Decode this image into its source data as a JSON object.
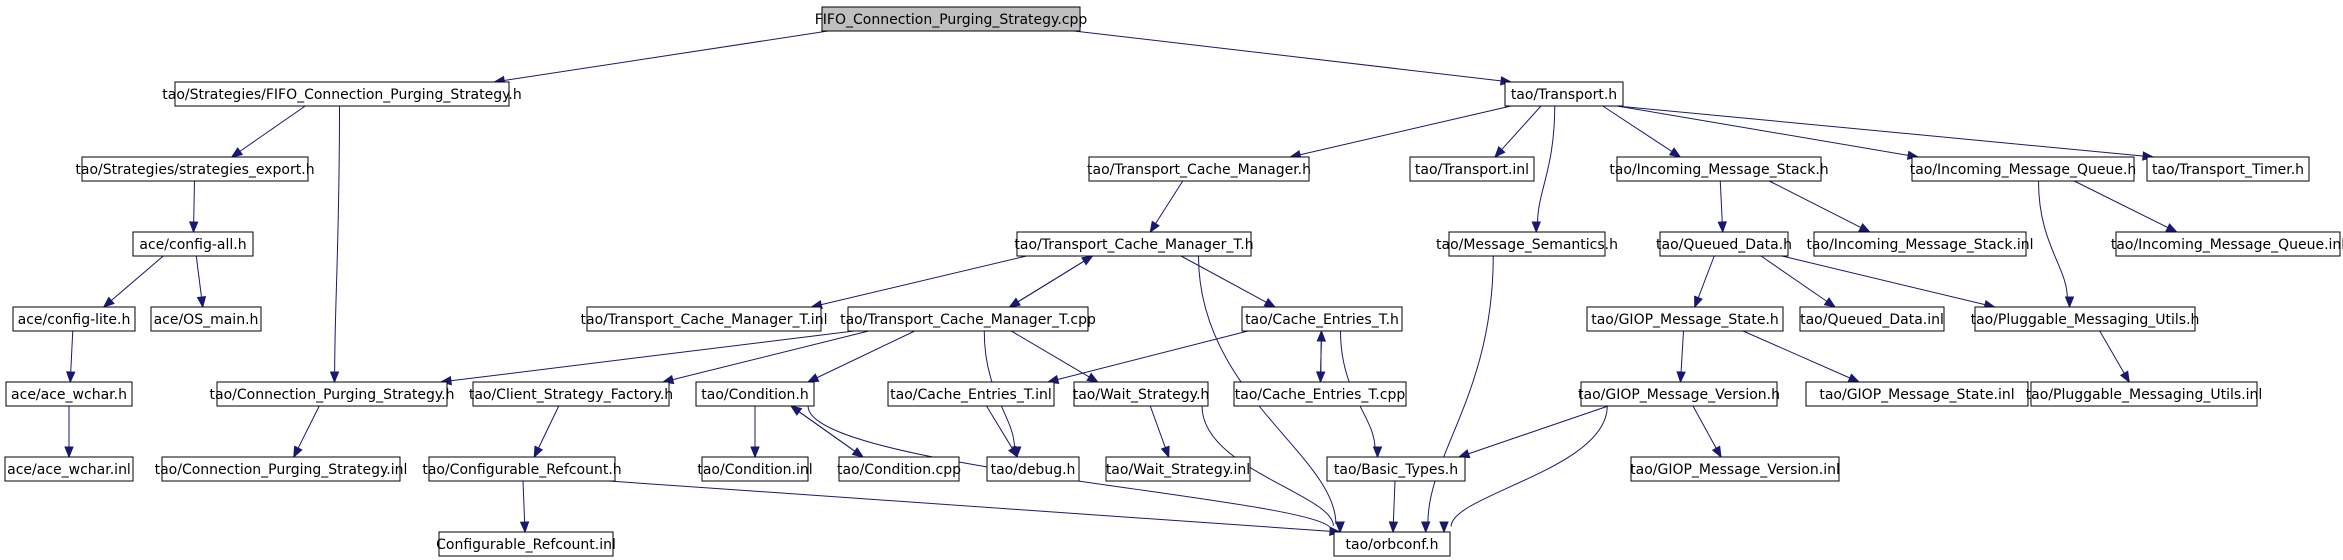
{
  "graph": {
    "nodes": [
      {
        "id": "root",
        "label": "FIFO_Connection_Purging_Strategy.cpp",
        "root": true
      },
      {
        "id": "fifo_h",
        "label": "tao/Strategies/FIFO_Connection_Purging_Strategy.h"
      },
      {
        "id": "transport_h",
        "label": "tao/Transport.h"
      },
      {
        "id": "strat_export",
        "label": "tao/Strategies/strategies_export.h"
      },
      {
        "id": "config_all",
        "label": "ace/config-all.h"
      },
      {
        "id": "config_lite",
        "label": "ace/config-lite.h"
      },
      {
        "id": "os_main",
        "label": "ace/OS_main.h"
      },
      {
        "id": "ace_wchar_h",
        "label": "ace/ace_wchar.h"
      },
      {
        "id": "ace_wchar_inl",
        "label": "ace/ace_wchar.inl"
      },
      {
        "id": "cps_h",
        "label": "tao/Connection_Purging_Strategy.h"
      },
      {
        "id": "cps_inl",
        "label": "tao/Connection_Purging_Strategy.inl"
      },
      {
        "id": "tcm_h",
        "label": "tao/Transport_Cache_Manager.h"
      },
      {
        "id": "tcmt_h",
        "label": "tao/Transport_Cache_Manager_T.h"
      },
      {
        "id": "tcmt_inl",
        "label": "tao/Transport_Cache_Manager_T.inl"
      },
      {
        "id": "tcmt_cpp",
        "label": "tao/Transport_Cache_Manager_T.cpp"
      },
      {
        "id": "csf_h",
        "label": "tao/Client_Strategy_Factory.h"
      },
      {
        "id": "cond_h",
        "label": "tao/Condition.h"
      },
      {
        "id": "cond_inl",
        "label": "tao/Condition.inl"
      },
      {
        "id": "cond_cpp",
        "label": "tao/Condition.cpp"
      },
      {
        "id": "cfg_ref_h",
        "label": "tao/Configurable_Refcount.h"
      },
      {
        "id": "cfg_ref_inl",
        "label": "Configurable_Refcount.inl"
      },
      {
        "id": "cet_h",
        "label": "tao/Cache_Entries_T.h"
      },
      {
        "id": "cet_inl",
        "label": "tao/Cache_Entries_T.inl"
      },
      {
        "id": "cet_cpp",
        "label": "tao/Cache_Entries_T.cpp"
      },
      {
        "id": "debug_h",
        "label": "tao/debug.h"
      },
      {
        "id": "ws_h",
        "label": "tao/Wait_Strategy.h"
      },
      {
        "id": "ws_inl",
        "label": "tao/Wait_Strategy.inl"
      },
      {
        "id": "basic_types",
        "label": "tao/Basic_Types.h"
      },
      {
        "id": "orbconf",
        "label": "tao/orbconf.h"
      },
      {
        "id": "transport_inl",
        "label": "tao/Transport.inl"
      },
      {
        "id": "msg_sem",
        "label": "tao/Message_Semantics.h"
      },
      {
        "id": "ims_h",
        "label": "tao/Incoming_Message_Stack.h"
      },
      {
        "id": "ims_inl",
        "label": "tao/Incoming_Message_Stack.inl"
      },
      {
        "id": "qd_h",
        "label": "tao/Queued_Data.h"
      },
      {
        "id": "qd_inl",
        "label": "tao/Queued_Data.inl"
      },
      {
        "id": "gms_h",
        "label": "tao/GIOP_Message_State.h"
      },
      {
        "id": "gms_inl",
        "label": "tao/GIOP_Message_State.inl"
      },
      {
        "id": "gmv_h",
        "label": "tao/GIOP_Message_Version.h"
      },
      {
        "id": "gmv_inl",
        "label": "tao/GIOP_Message_Version.inl"
      },
      {
        "id": "imq_h",
        "label": "tao/Incoming_Message_Queue.h"
      },
      {
        "id": "imq_inl",
        "label": "tao/Incoming_Message_Queue.inl"
      },
      {
        "id": "pmu_h",
        "label": "tao/Pluggable_Messaging_Utils.h"
      },
      {
        "id": "pmu_inl",
        "label": "tao/Pluggable_Messaging_Utils.inl"
      },
      {
        "id": "timer_h",
        "label": "tao/Transport_Timer.h"
      }
    ],
    "edges": [
      [
        "root",
        "fifo_h"
      ],
      [
        "root",
        "transport_h"
      ],
      [
        "fifo_h",
        "strat_export"
      ],
      [
        "fifo_h",
        "cps_h"
      ],
      [
        "strat_export",
        "config_all"
      ],
      [
        "config_all",
        "config_lite"
      ],
      [
        "config_all",
        "os_main"
      ],
      [
        "config_lite",
        "ace_wchar_h"
      ],
      [
        "ace_wchar_h",
        "ace_wchar_inl"
      ],
      [
        "cps_h",
        "cps_inl"
      ],
      [
        "transport_h",
        "tcm_h"
      ],
      [
        "transport_h",
        "transport_inl"
      ],
      [
        "transport_h",
        "msg_sem"
      ],
      [
        "transport_h",
        "ims_h"
      ],
      [
        "transport_h",
        "imq_h"
      ],
      [
        "transport_h",
        "timer_h"
      ],
      [
        "tcm_h",
        "tcmt_h"
      ],
      [
        "tcmt_h",
        "tcmt_inl"
      ],
      [
        "tcmt_h",
        "tcmt_cpp"
      ],
      [
        "tcmt_h",
        "cet_h"
      ],
      [
        "tcmt_h",
        "orbconf"
      ],
      [
        "tcmt_cpp",
        "tcmt_h"
      ],
      [
        "tcmt_cpp",
        "cps_h"
      ],
      [
        "tcmt_cpp",
        "csf_h"
      ],
      [
        "tcmt_cpp",
        "cond_h"
      ],
      [
        "tcmt_cpp",
        "debug_h"
      ],
      [
        "tcmt_cpp",
        "ws_h"
      ],
      [
        "csf_h",
        "cfg_ref_h"
      ],
      [
        "cfg_ref_h",
        "cfg_ref_inl"
      ],
      [
        "cfg_ref_h",
        "orbconf"
      ],
      [
        "cond_h",
        "cond_inl"
      ],
      [
        "cond_h",
        "cond_cpp"
      ],
      [
        "cond_h",
        "orbconf"
      ],
      [
        "cond_cpp",
        "cond_h"
      ],
      [
        "cet_h",
        "cet_inl"
      ],
      [
        "cet_h",
        "cet_cpp"
      ],
      [
        "cet_h",
        "basic_types"
      ],
      [
        "cet_cpp",
        "cet_h"
      ],
      [
        "cet_inl",
        "debug_h"
      ],
      [
        "ws_h",
        "ws_inl"
      ],
      [
        "ws_h",
        "orbconf"
      ],
      [
        "basic_types",
        "orbconf"
      ],
      [
        "msg_sem",
        "orbconf"
      ],
      [
        "ims_h",
        "qd_h"
      ],
      [
        "ims_h",
        "ims_inl"
      ],
      [
        "qd_h",
        "gms_h"
      ],
      [
        "qd_h",
        "qd_inl"
      ],
      [
        "qd_h",
        "pmu_h"
      ],
      [
        "gms_h",
        "gmv_h"
      ],
      [
        "gms_h",
        "gms_inl"
      ],
      [
        "gmv_h",
        "gmv_inl"
      ],
      [
        "gmv_h",
        "basic_types"
      ],
      [
        "gmv_h",
        "orbconf"
      ],
      [
        "imq_h",
        "imq_inl"
      ],
      [
        "imq_h",
        "pmu_h"
      ],
      [
        "pmu_h",
        "pmu_inl"
      ]
    ]
  }
}
